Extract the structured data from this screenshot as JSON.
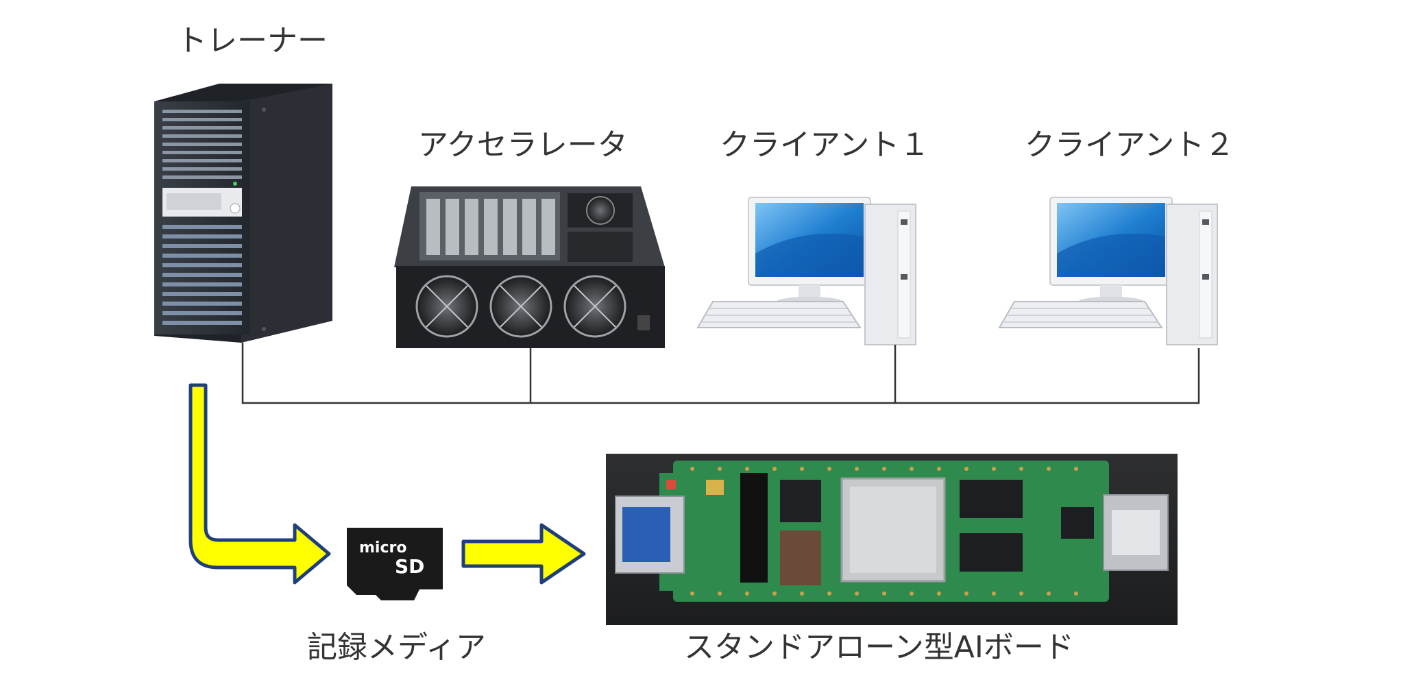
{
  "labels": {
    "trainer": "トレーナー",
    "accelerator": "アクセラレータ",
    "client1": "クライアント１",
    "client2": "クライアント２",
    "media": "記録メディア",
    "board": "スタンドアローン型AIボード"
  },
  "sdcard": {
    "line1": "micro",
    "line2": "SD"
  },
  "colors": {
    "arrow_fill": "#ffff00",
    "arrow_stroke": "#1f3f7a",
    "network_line": "#333333",
    "text": "#333333"
  }
}
